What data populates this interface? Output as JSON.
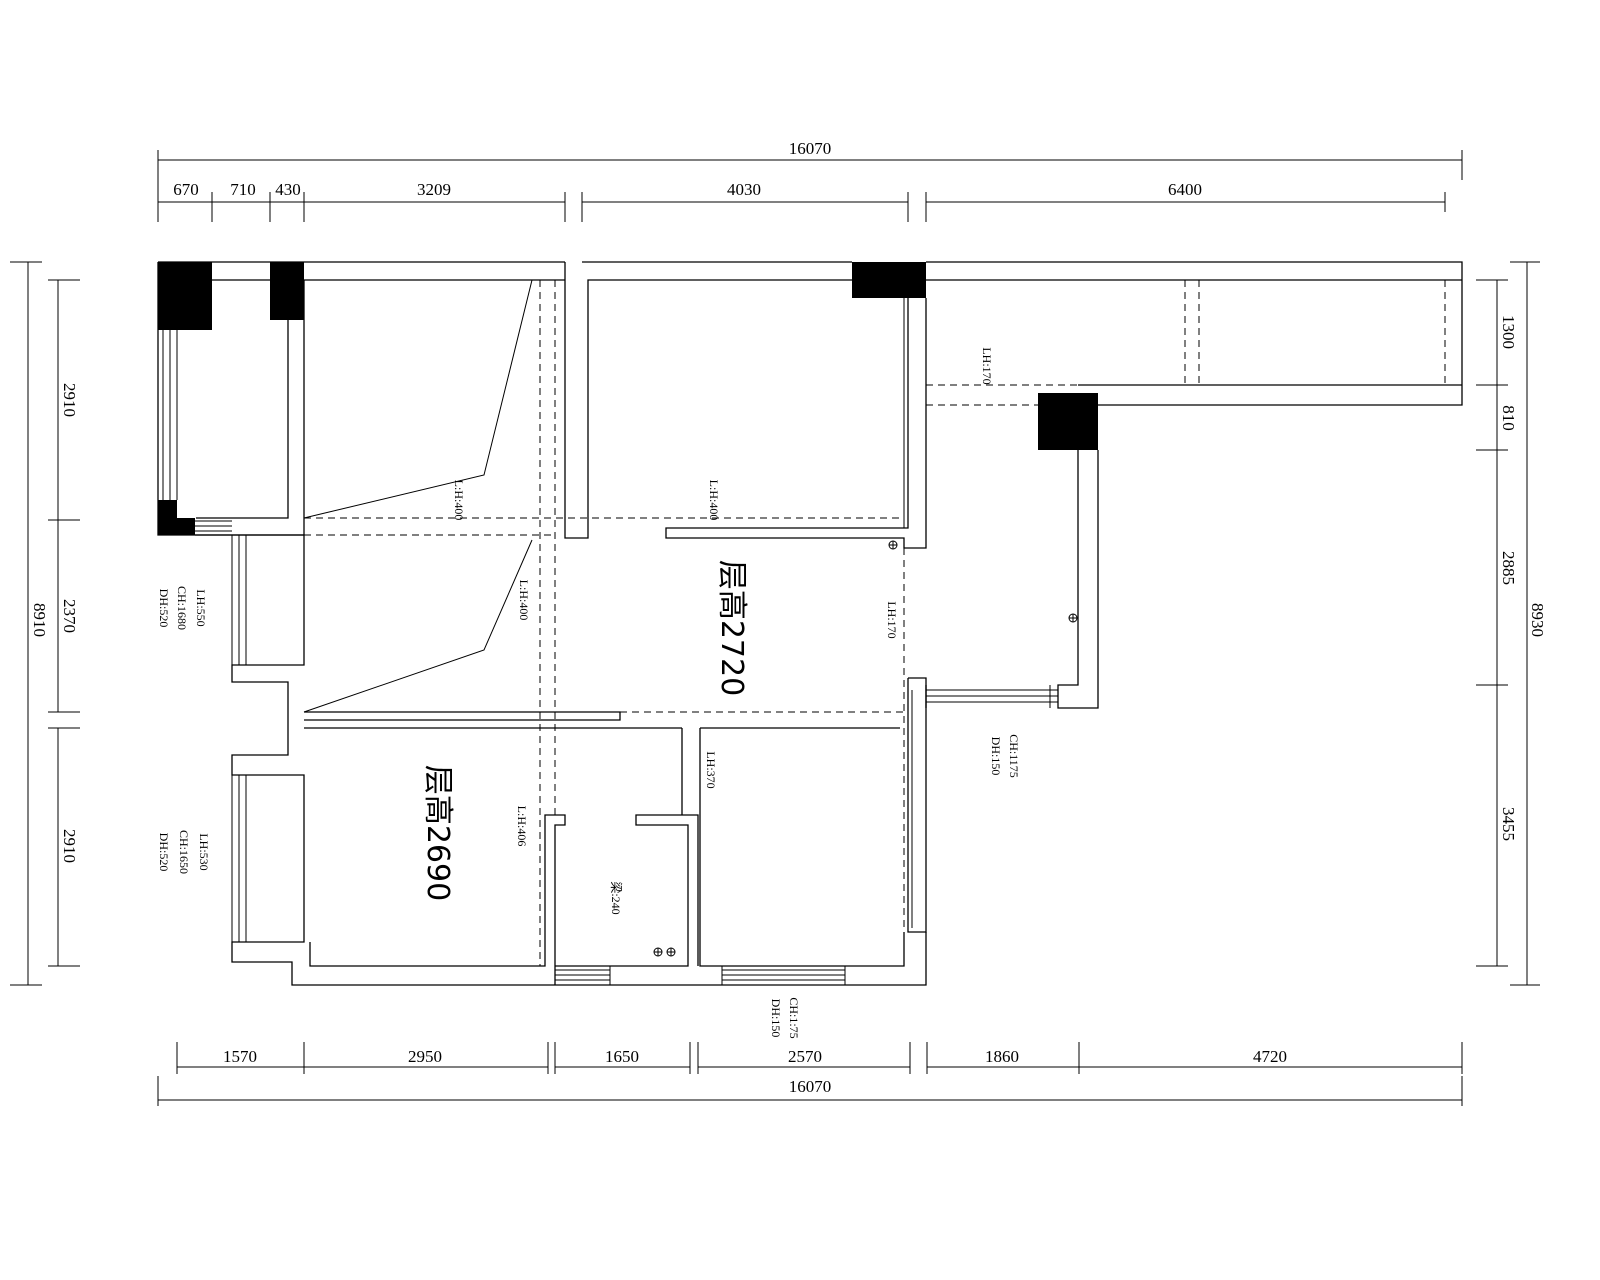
{
  "dimensions": {
    "top_total": "16070",
    "top_segments": [
      "670",
      "710",
      "430",
      "3209",
      "4030",
      "6400"
    ],
    "bottom_segments": [
      "1570",
      "2950",
      "1650",
      "2570",
      "1860",
      "4720"
    ],
    "bottom_total": "16070",
    "left_total": "8910",
    "left_segments": [
      "2910",
      "2370",
      "2910"
    ],
    "right_segments": [
      "1300",
      "810",
      "2885",
      "3455"
    ],
    "right_total": "8930"
  },
  "rooms": {
    "ceiling_height_main": "层高2720",
    "ceiling_height_bedroom": "层高2690"
  },
  "beam_labels": {
    "beam_upper_left": "L:H:400",
    "beam_upper_mid": "L:H:400",
    "beam_right_corridor": "LH:170",
    "beam_living_vertical": "LH:170",
    "beam_living_left": "L:H:400",
    "beam_bedroom": "L:H:406",
    "beam_kitchen": "LH:370",
    "kitchen_note": "梁:240"
  },
  "window_labels": {
    "left_upper": [
      "LH:550",
      "CH:1680",
      "DH:520"
    ],
    "left_lower": [
      "LH:530",
      "CH:1650",
      "DH:520"
    ],
    "right_balcony": [
      "CH:1175",
      "DH:150"
    ],
    "bottom": [
      "CH:1:75",
      "DH:150"
    ]
  }
}
